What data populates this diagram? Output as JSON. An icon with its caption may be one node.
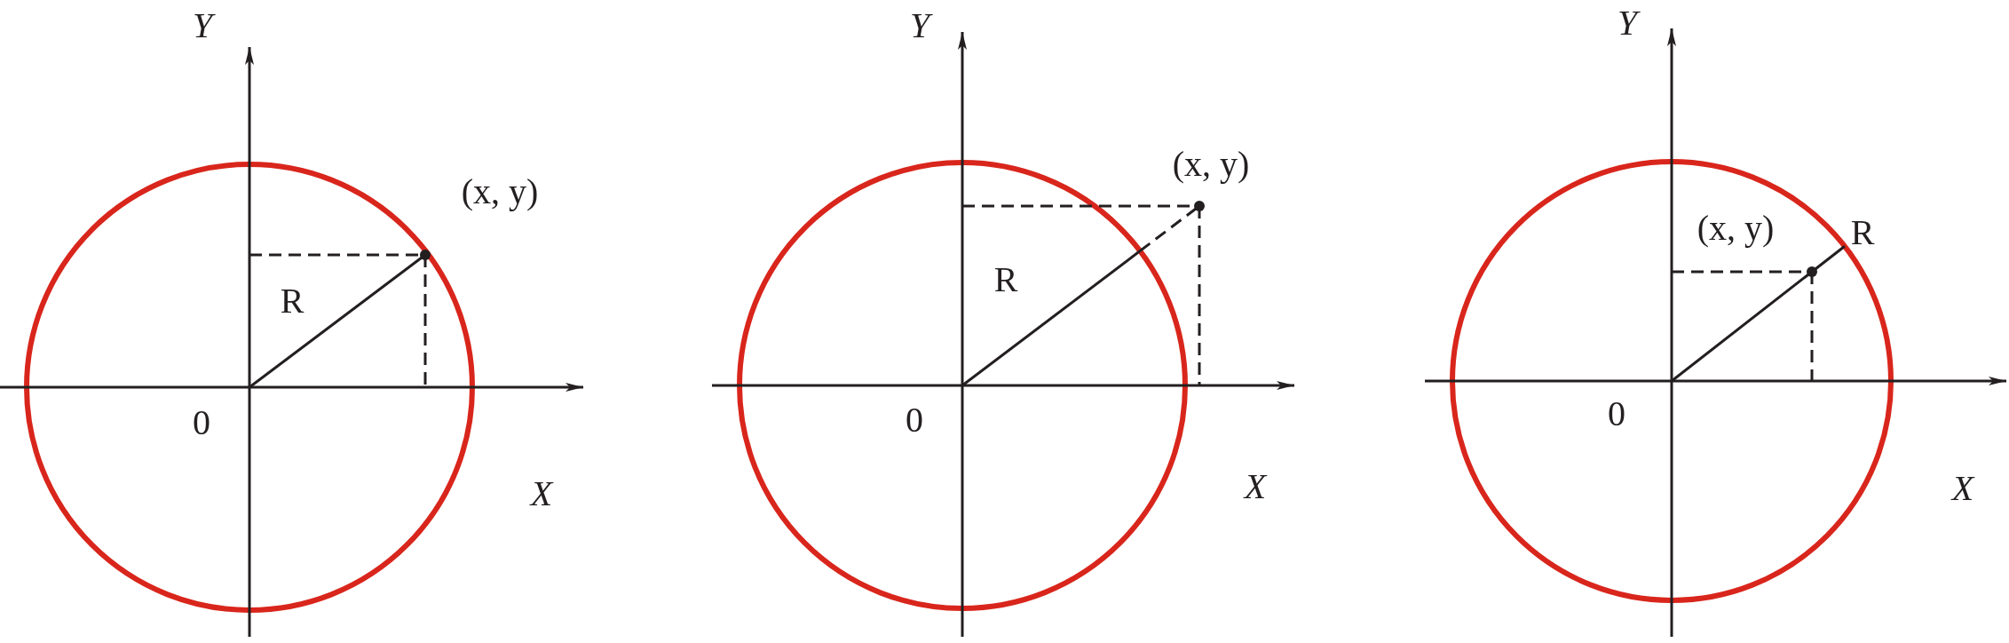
{
  "diagram": {
    "labels": [
      "Y",
      "(x, y)",
      "R",
      "0",
      "X",
      "Y",
      "(x, y)",
      "R",
      "0",
      "X",
      "Y",
      "(x, y)",
      "R",
      "0",
      "X"
    ]
  }
}
